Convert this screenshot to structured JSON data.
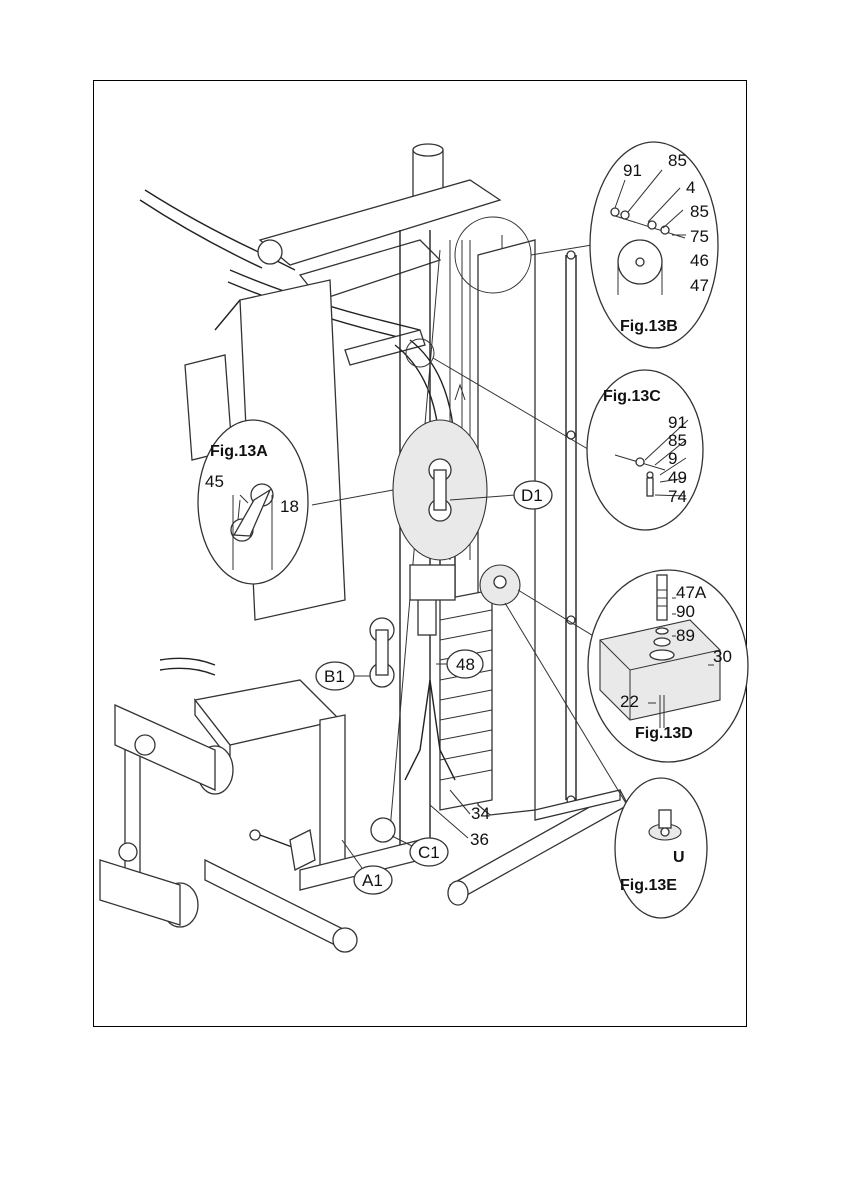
{
  "figures": {
    "fig_13a": "Fig.13A",
    "fig_13b": "Fig.13B",
    "fig_13c": "Fig.13C",
    "fig_13d": "Fig.13D",
    "fig_13e": "Fig.13E"
  },
  "callouts": {
    "d1": "D1",
    "b1": "B1",
    "c1": "C1",
    "a1": "A1"
  },
  "main_labels": {
    "p48": "48",
    "p34": "34",
    "p36": "36"
  },
  "detail_13a": {
    "p45": "45",
    "p18": "18"
  },
  "detail_13b": {
    "p91": "91",
    "p85a": "85",
    "p4": "4",
    "p85b": "85",
    "p75": "75",
    "p46": "46",
    "p47": "47"
  },
  "detail_13c": {
    "p91": "91",
    "p85": "85",
    "p9": "9",
    "p49": "49",
    "p74": "74"
  },
  "detail_13d": {
    "p47a": "47A",
    "p90": "90",
    "p89": "89",
    "p30": "30",
    "p22": "22"
  },
  "detail_13e": {
    "u": "U"
  }
}
